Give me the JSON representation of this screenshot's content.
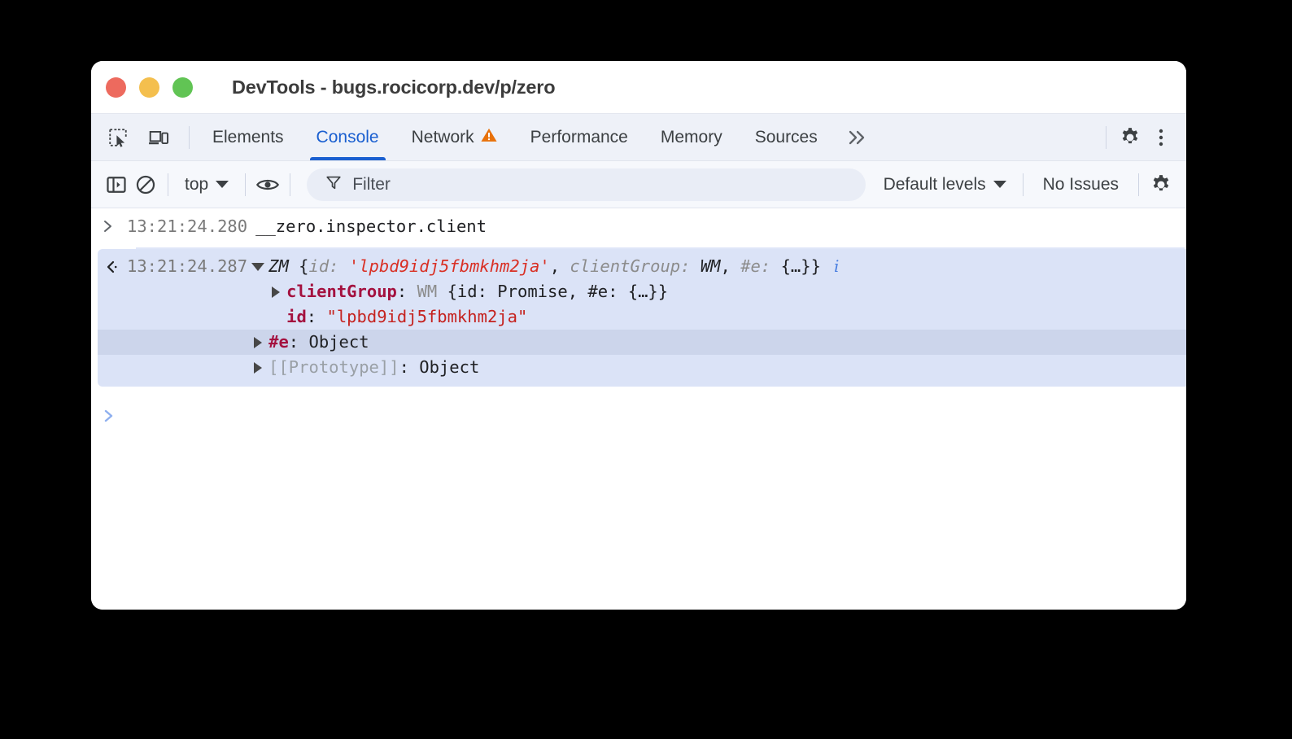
{
  "window": {
    "title": "DevTools - bugs.rocicorp.dev/p/zero",
    "traffic_lights": [
      "close",
      "minimize",
      "maximize"
    ]
  },
  "tabbar": {
    "left_icons": [
      {
        "name": "inspect-element-icon"
      },
      {
        "name": "device-toolbar-icon"
      }
    ],
    "tabs": [
      {
        "label": "Elements",
        "active": false,
        "badge": null
      },
      {
        "label": "Console",
        "active": true,
        "badge": null
      },
      {
        "label": "Network",
        "active": false,
        "badge": "warning-triangle-icon"
      },
      {
        "label": "Performance",
        "active": false,
        "badge": null
      },
      {
        "label": "Memory",
        "active": false,
        "badge": null
      },
      {
        "label": "Sources",
        "active": false,
        "badge": null
      }
    ],
    "more_tabs_label": "≫",
    "right_icons": [
      {
        "name": "settings-gear-icon"
      },
      {
        "name": "more-options-icon"
      }
    ]
  },
  "console_toolbar": {
    "sidebar_toggle_icon": "console-sidebar-icon",
    "clear_console_icon": "clear-console-icon",
    "context": "top",
    "eye_icon": "live-expression-eye-icon",
    "filter": {
      "icon": "filter-funnel-icon",
      "placeholder": "Filter",
      "value": ""
    },
    "log_levels": "Default levels",
    "issues": "No Issues",
    "settings_icon": "console-settings-gear-icon"
  },
  "console": {
    "input_message": {
      "prompt_glyph": ">",
      "timestamp": "13:21:24.280",
      "expression": "__zero.inspector.client"
    },
    "result_message": {
      "prompt_glyph": "‹·",
      "timestamp": "13:21:24.287",
      "header": {
        "constructor": "ZM",
        "open_brace": " {",
        "key1": "id",
        "colon1": ": ",
        "value1": "'lpbd9idj5fbmkhm2ja'",
        "sep1": ", ",
        "key2": "clientGroup",
        "colon2": ": ",
        "value2": "WM",
        "sep2": ", ",
        "key3": "#e",
        "colon3": ": ",
        "value3": "{…}",
        "close_brace": "}",
        "info_glyph": "i"
      },
      "properties": [
        {
          "name": "clientGroup",
          "expandable": true,
          "expanded": false,
          "hovered": false,
          "value_ctor": "WM",
          "value_body": " {id: Promise, #e: {…}}",
          "kind": "object"
        },
        {
          "name": "id",
          "expandable": false,
          "expanded": false,
          "hovered": false,
          "value_string": "\"lpbd9idj5fbmkhm2ja\"",
          "kind": "string"
        },
        {
          "name": "#e",
          "expandable": true,
          "expanded": false,
          "hovered": true,
          "value_body": "Object",
          "kind": "object"
        },
        {
          "name": "[[Prototype]]",
          "expandable": true,
          "expanded": false,
          "hovered": false,
          "value_body": "Object",
          "kind": "prototype"
        }
      ]
    },
    "prompt": {
      "glyph": ">",
      "value": ""
    }
  },
  "colors": {
    "accent_blue": "#1a5fd0",
    "result_bg": "#dbe3f7",
    "hover_bg": "#ccd5eb",
    "string_red": "#c5221f",
    "property_crimson": "#a4113f",
    "warning_orange": "#e8710a"
  }
}
